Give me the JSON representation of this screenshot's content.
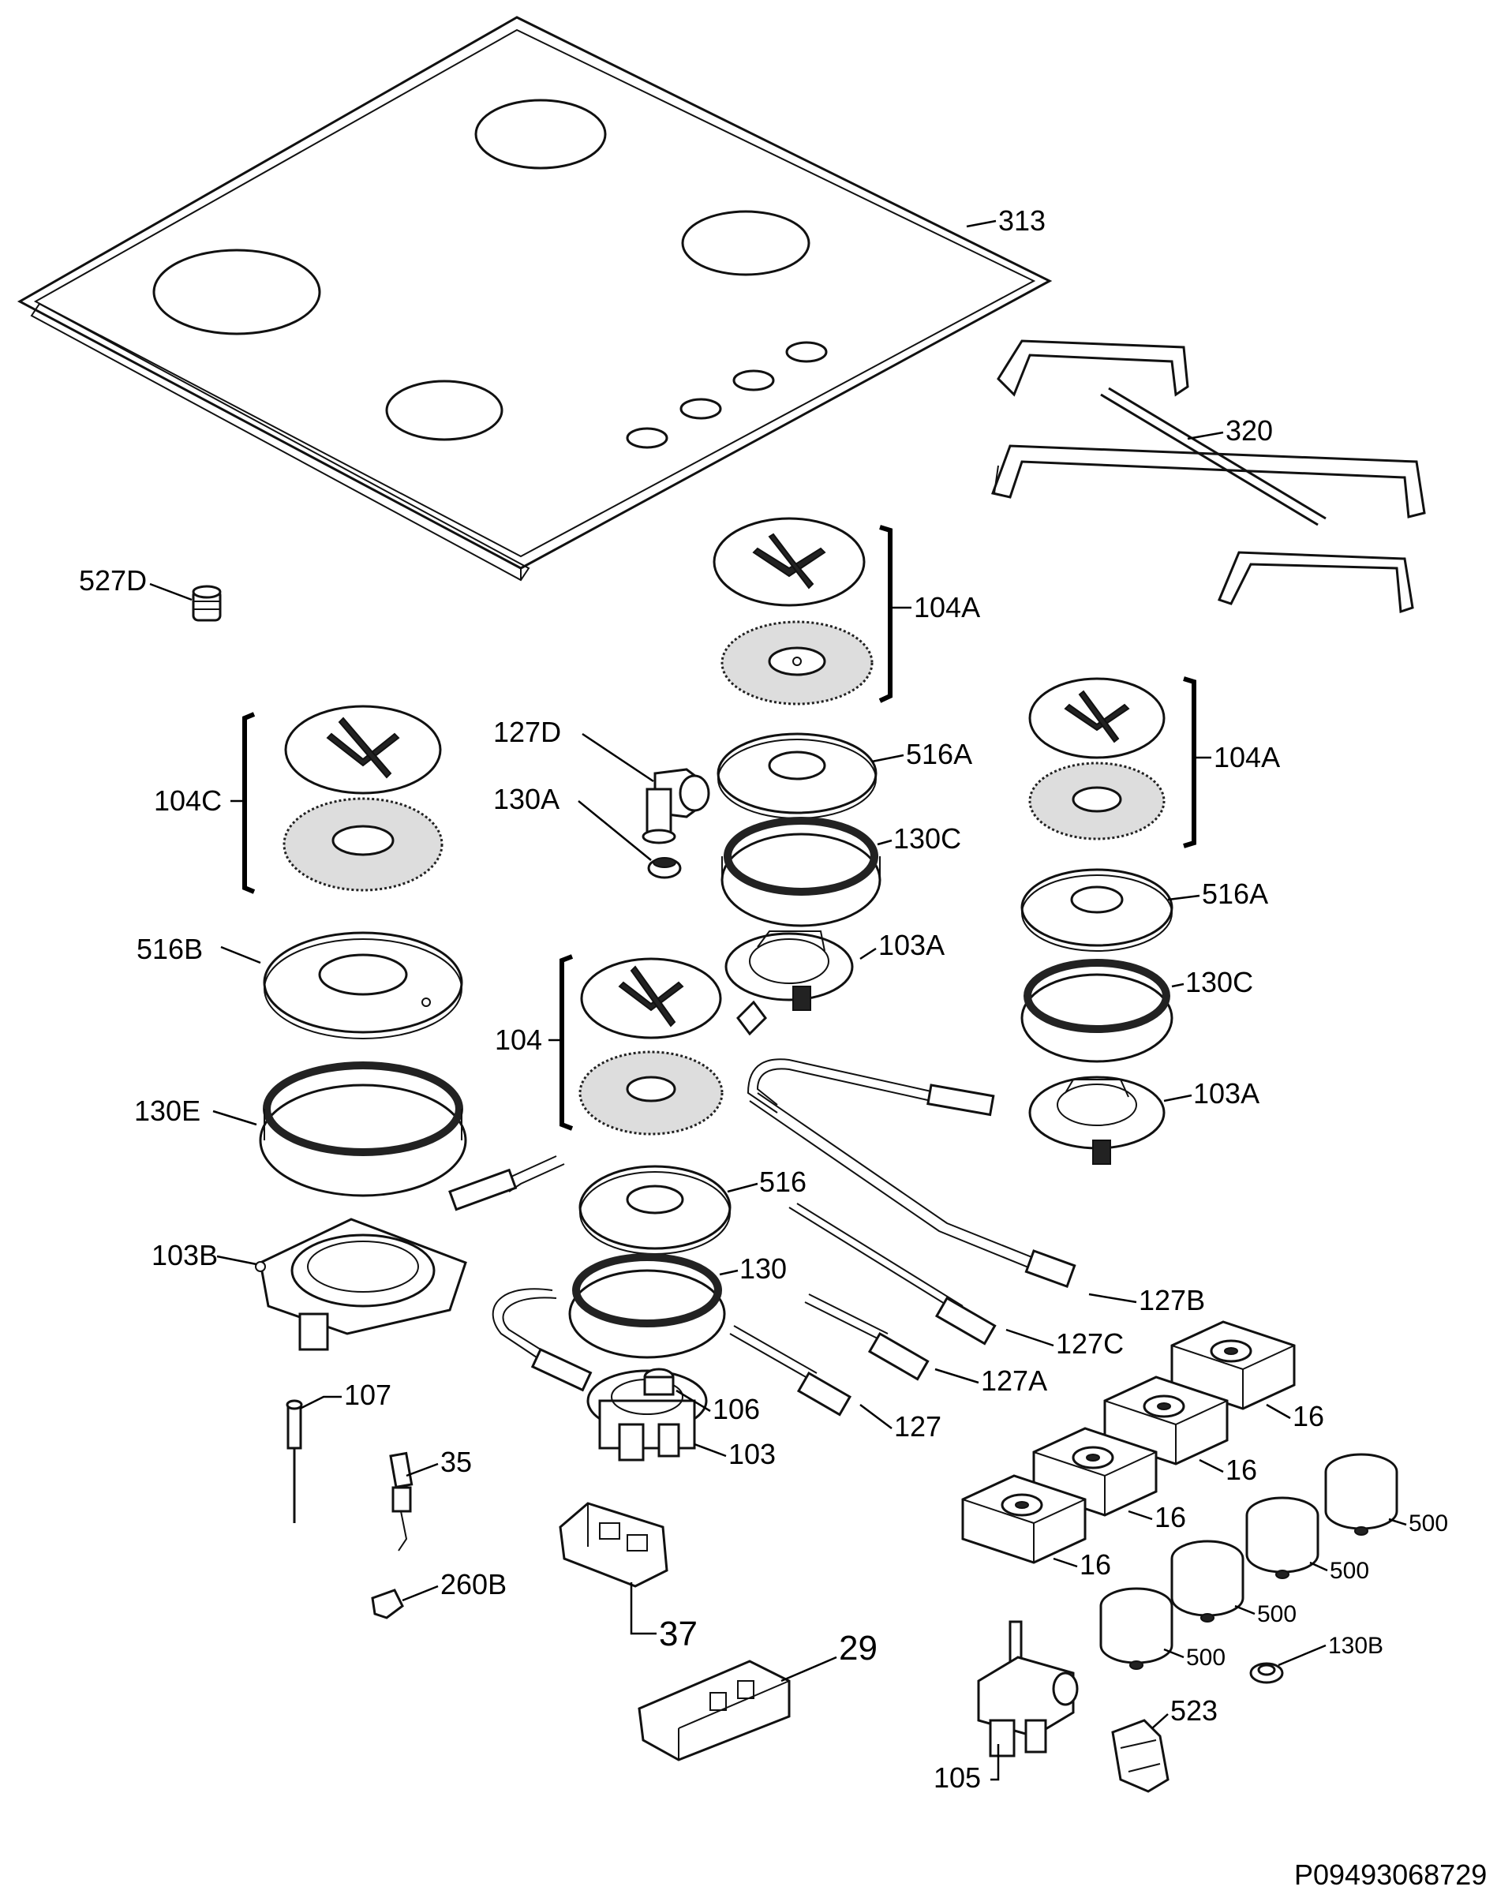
{
  "diagram": {
    "labels": {
      "l313": "313",
      "l320": "320",
      "l527D": "527D",
      "l104A_top": "104A",
      "l104A_right": "104A",
      "l127D": "127D",
      "l130A": "130A",
      "l516A_mid": "516A",
      "l516A_right": "516A",
      "l104C": "104C",
      "l130C_mid": "130C",
      "l130C_right": "130C",
      "l103A_mid": "103A",
      "l103A_right": "103A",
      "l516B": "516B",
      "l104": "104",
      "l130E": "130E",
      "l516": "516",
      "l130": "130",
      "l103B": "103B",
      "l127B": "127B",
      "l127C": "127C",
      "l127A": "127A",
      "l106": "106",
      "l127": "127",
      "l107": "107",
      "l103": "103",
      "l16_a": "16",
      "l16_b": "16",
      "l16_c": "16",
      "l16_d": "16",
      "l35": "35",
      "l500_a": "500",
      "l500_b": "500",
      "l500_c": "500",
      "l500_d": "500",
      "l260B": "260B",
      "l37": "37",
      "l29": "29",
      "l130B": "130B",
      "l523": "523",
      "l105": "105"
    },
    "reference": "P09493068729"
  }
}
